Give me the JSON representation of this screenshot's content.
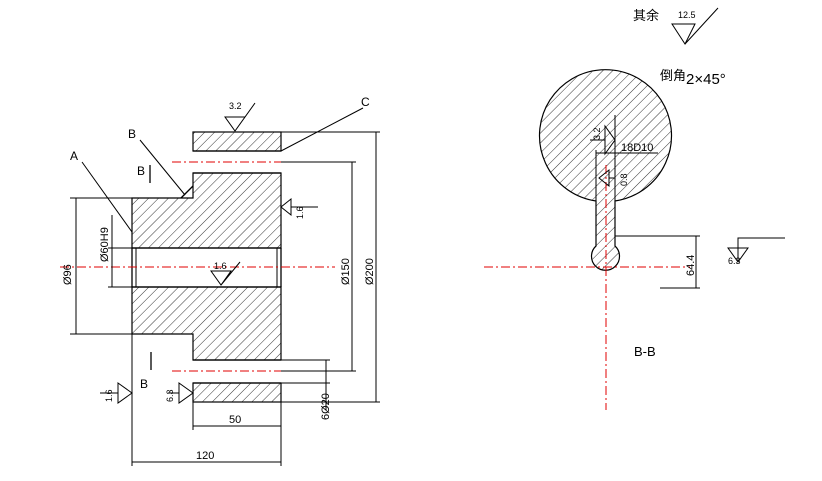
{
  "roughness_note": {
    "prefix": "其余",
    "value": "12.5"
  },
  "chamfer_note": {
    "label": "倒角",
    "value": "2×45°"
  },
  "callouts": {
    "a": "A",
    "b": "B",
    "c": "C",
    "section_b_top": "B",
    "section_b_bottom": "B"
  },
  "left_view": {
    "roughness_top": "3.2",
    "roughness_side": "1.6",
    "roughness_bore": "1.6",
    "roughness_bottom_left": "1.6",
    "roughness_bottom_chamfer": "6.3",
    "dim_bore": "Ø60H9",
    "dim_hub": "Ø96",
    "dim_root": "Ø150",
    "dim_outer": "Ø200",
    "dim_hole": "6Ø20",
    "dim_rim_width": "50",
    "dim_width": "120"
  },
  "section_view": {
    "title": "B-B",
    "roughness_key_side": "3.2",
    "roughness_key_bottom": "0.8",
    "roughness_right": "6.3",
    "dim_key_width": "18D10",
    "dim_key_depth": "64.4"
  }
}
